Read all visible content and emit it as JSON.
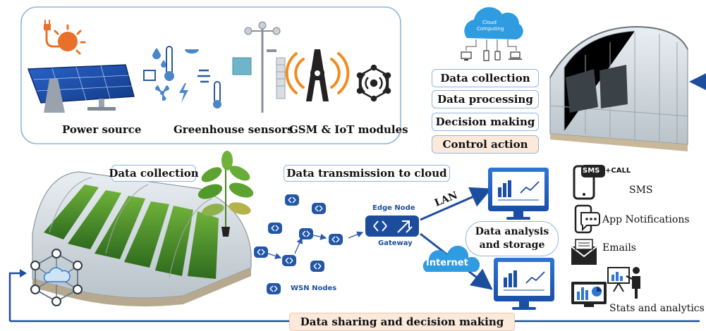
{
  "top_panel": {
    "power_source": "Power source",
    "greenhouse_sensors": "Greenhouse sensors",
    "gsm_iot": "GSM & IoT modules"
  },
  "cloud": {
    "label_line1": "Cloud",
    "label_line2": "Computing"
  },
  "pipeline": {
    "data_collection": "Data collection",
    "data_processing": "Data processing",
    "decision_making": "Decision making",
    "control_action": "Control action"
  },
  "middle": {
    "data_collection": "Data collection",
    "data_transmission": "Data transmission to cloud",
    "edge_node": "Edge Node",
    "gateway": "Gateway",
    "wsn_nodes": "WSN Nodes",
    "lan": "LAN",
    "internet": "Internet",
    "analysis_line1": "Data analysis",
    "analysis_line2": "and storage"
  },
  "outputs": {
    "sms_badge": "SMS",
    "call_badge": "+CALL",
    "sms": "SMS",
    "app_notifications": "App Notifications",
    "emails": "Emails",
    "stats": "Stats and analytics"
  },
  "footer": {
    "sharing": "Data sharing and decision making"
  },
  "colors": {
    "accent_blue": "#1d4e9e",
    "panel_border": "#8fb6e0",
    "control_fill": "#fbe9dc",
    "arrow_blue": "#2b5aa6",
    "antenna_orange": "#f28c1e"
  }
}
